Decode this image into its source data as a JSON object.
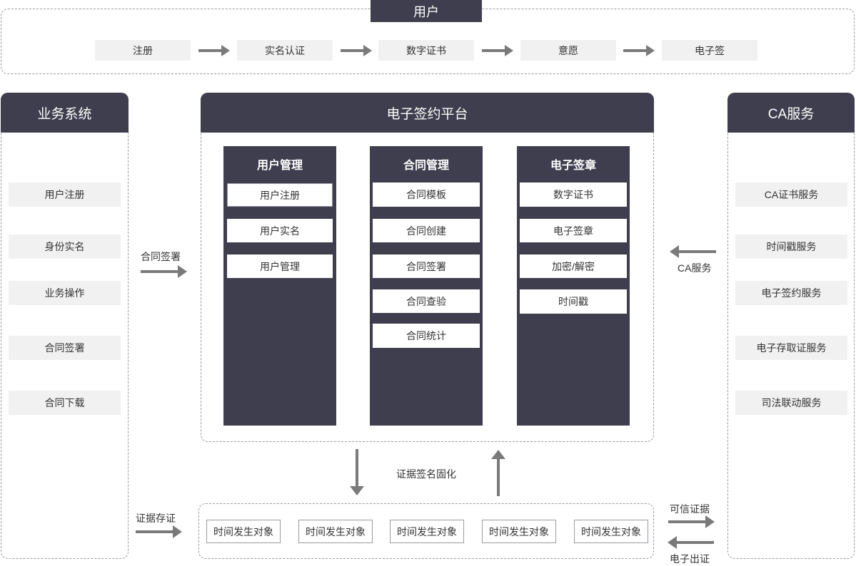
{
  "user_section": {
    "title": "用户",
    "steps": [
      "注册",
      "实名认证",
      "数字证书",
      "意愿",
      "电子签"
    ]
  },
  "business_system": {
    "title": "业务系统",
    "items": [
      "用户注册",
      "身份实名",
      "业务操作",
      "合同签署",
      "合同下载"
    ]
  },
  "platform": {
    "title": "电子签约平台",
    "columns": [
      {
        "title": "用户管理",
        "items": [
          "用户注册",
          "用户实名",
          "用户管理"
        ]
      },
      {
        "title": "合同管理",
        "items": [
          "合同模板",
          "合同创建",
          "合同签署",
          "合同查验",
          "合同统计"
        ]
      },
      {
        "title": "电子签章",
        "items": [
          "数字证书",
          "电子签章",
          "加密/解密",
          "时间戳"
        ]
      }
    ]
  },
  "ca_service": {
    "title": "CA服务",
    "items": [
      "CA证书服务",
      "时间戳服务",
      "电子签约服务",
      "电子存取证服务",
      "司法联动服务"
    ]
  },
  "evidence": {
    "items": [
      "时间发生对象",
      "时间发生对象",
      "时间发生对象",
      "时间发生对象",
      "时间发生对象"
    ]
  },
  "labels": {
    "contract_sign": "合同签署",
    "ca_service": "CA服务",
    "evidence_fix": "证据签名固化",
    "evidence_store": "证据存证",
    "trusted_evidence": "可信证据",
    "e_certificate": "电子出证"
  },
  "colors": {
    "header_bg": "#3f3e4e",
    "box_bg": "#f1f1f1",
    "arrow": "#7a7a7a"
  }
}
